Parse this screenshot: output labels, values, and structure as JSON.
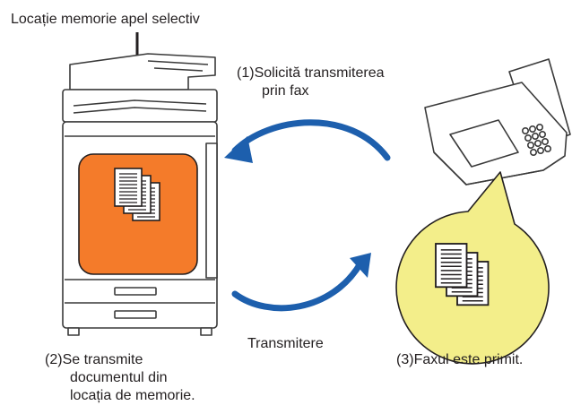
{
  "header": {
    "memory_location_label": "Locație memorie apel selectiv"
  },
  "steps": {
    "request": {
      "number": "(1)",
      "lines": [
        "Solicită transmiterea",
        "prin fax"
      ]
    },
    "send": {
      "number": "(2)",
      "lines": [
        "Se transmite",
        "documentul din",
        "locația de memorie."
      ]
    },
    "received": {
      "number": "(3)",
      "lines": [
        "Faxul este primit."
      ]
    }
  },
  "transmission_label": "Transmitere",
  "colors": {
    "arrow_blue": "#1d5fad",
    "memory_box_orange": "#f47b2a",
    "bubble_yellow": "#f3ee8a",
    "device_outline": "#3a3a3a",
    "text": "#231f20"
  },
  "icons": {
    "machine": "multifunction-printer-icon",
    "fax": "fax-machine-icon",
    "documents": "document-stack-icon"
  }
}
